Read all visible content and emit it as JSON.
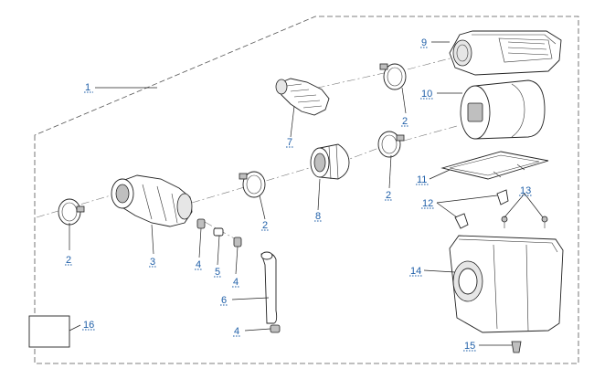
{
  "callouts": [
    {
      "id": "1",
      "label": "1"
    },
    {
      "id": "2a",
      "label": "2"
    },
    {
      "id": "2b",
      "label": "2"
    },
    {
      "id": "2c",
      "label": "2"
    },
    {
      "id": "2d",
      "label": "2"
    },
    {
      "id": "3",
      "label": "3"
    },
    {
      "id": "4a",
      "label": "4"
    },
    {
      "id": "4b",
      "label": "4"
    },
    {
      "id": "4c",
      "label": "4"
    },
    {
      "id": "5",
      "label": "5"
    },
    {
      "id": "6",
      "label": "6"
    },
    {
      "id": "7",
      "label": "7"
    },
    {
      "id": "8",
      "label": "8"
    },
    {
      "id": "9",
      "label": "9"
    },
    {
      "id": "10",
      "label": "10"
    },
    {
      "id": "11",
      "label": "11"
    },
    {
      "id": "12",
      "label": "12"
    },
    {
      "id": "13",
      "label": "13"
    },
    {
      "id": "14",
      "label": "14"
    },
    {
      "id": "15",
      "label": "15"
    },
    {
      "id": "16",
      "label": "16"
    }
  ]
}
